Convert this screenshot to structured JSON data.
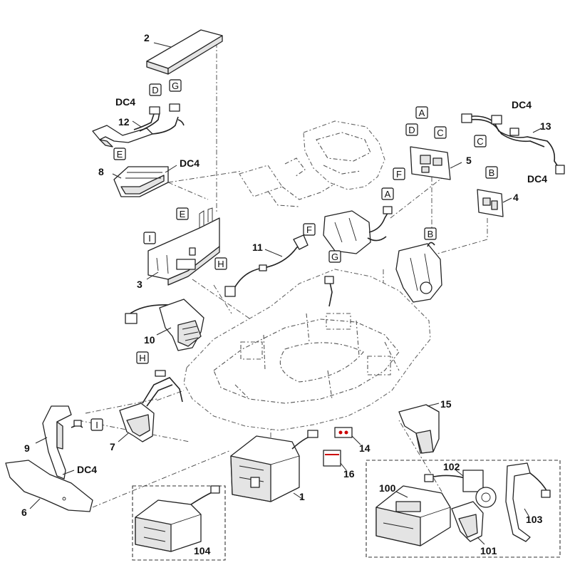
{
  "part_numbers": {
    "p1": "1",
    "p2": "2",
    "p3": "3",
    "p4": "4",
    "p5": "5",
    "p6": "6",
    "p7": "7",
    "p8": "8",
    "p9": "9",
    "p10": "10",
    "p11": "11",
    "p12": "12",
    "p13": "13",
    "p14": "14",
    "p15": "15",
    "p16": "16",
    "p100": "100",
    "p101": "101",
    "p102": "102",
    "p103": "103",
    "p104": "104"
  },
  "connector_label": "DC4",
  "letters": {
    "A": "A",
    "B": "B",
    "C": "C",
    "D": "D",
    "E": "E",
    "F": "F",
    "G": "G",
    "H": "H",
    "I": "I"
  },
  "colors": {
    "line": "#222222",
    "background": "#ffffff",
    "shade": "#e4e4e4"
  }
}
